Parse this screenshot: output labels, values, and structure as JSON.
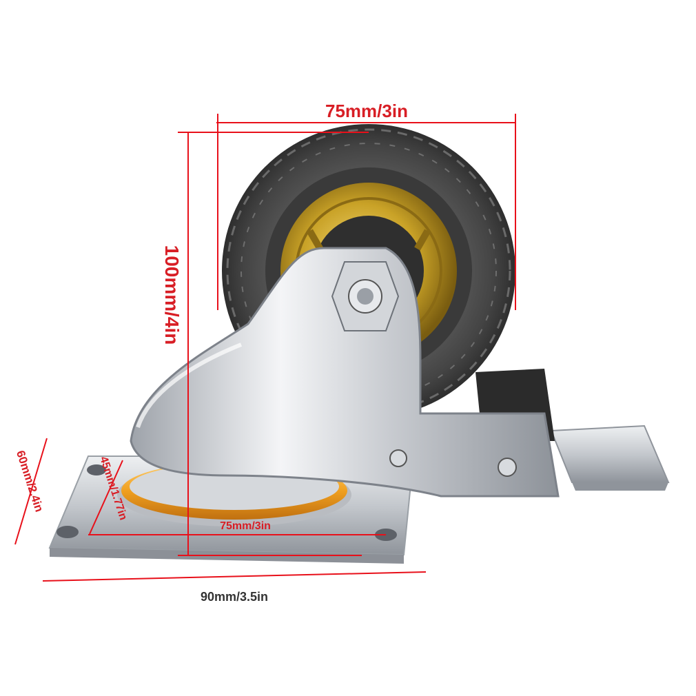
{
  "dimensions": {
    "wheel_diameter": "75mm/3in",
    "total_height": "100mm/4in",
    "plate_width": "90mm/3.5in",
    "plate_depth": "60mm/2.4in",
    "hole_spacing_vertical": "45mm/1.77in",
    "hole_spacing_horizontal": "75mm/3in"
  },
  "colors": {
    "dimension_line": "#e8101a",
    "dimension_text_red": "#d81e25",
    "dimension_text_dark": "#333333",
    "tire": "#4a4a4a",
    "hub": "#c9a227",
    "bearing_ring": "#f0a020",
    "metal": "#c8cbd0"
  }
}
